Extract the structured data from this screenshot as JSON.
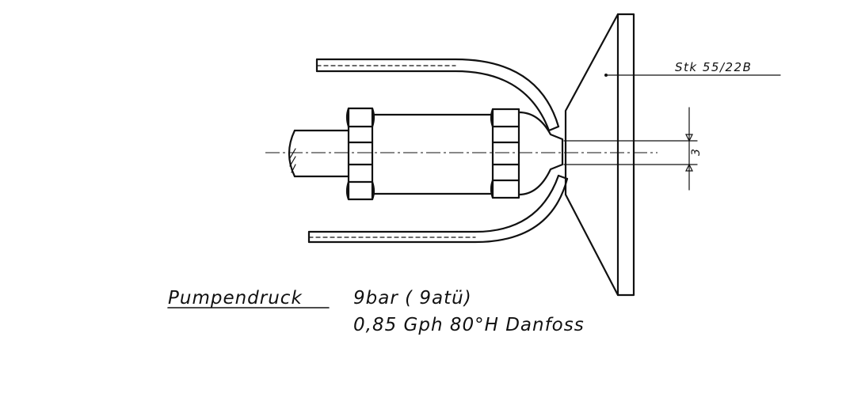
{
  "labels": {
    "part_ref": "Stk  55/22B",
    "dimension": "3",
    "pump_pressure_label": "Pumpendruck",
    "pump_pressure_value": "9bar ( 9atü)",
    "nozzle_spec": "0,85  Gph  80°H Danfoss"
  }
}
